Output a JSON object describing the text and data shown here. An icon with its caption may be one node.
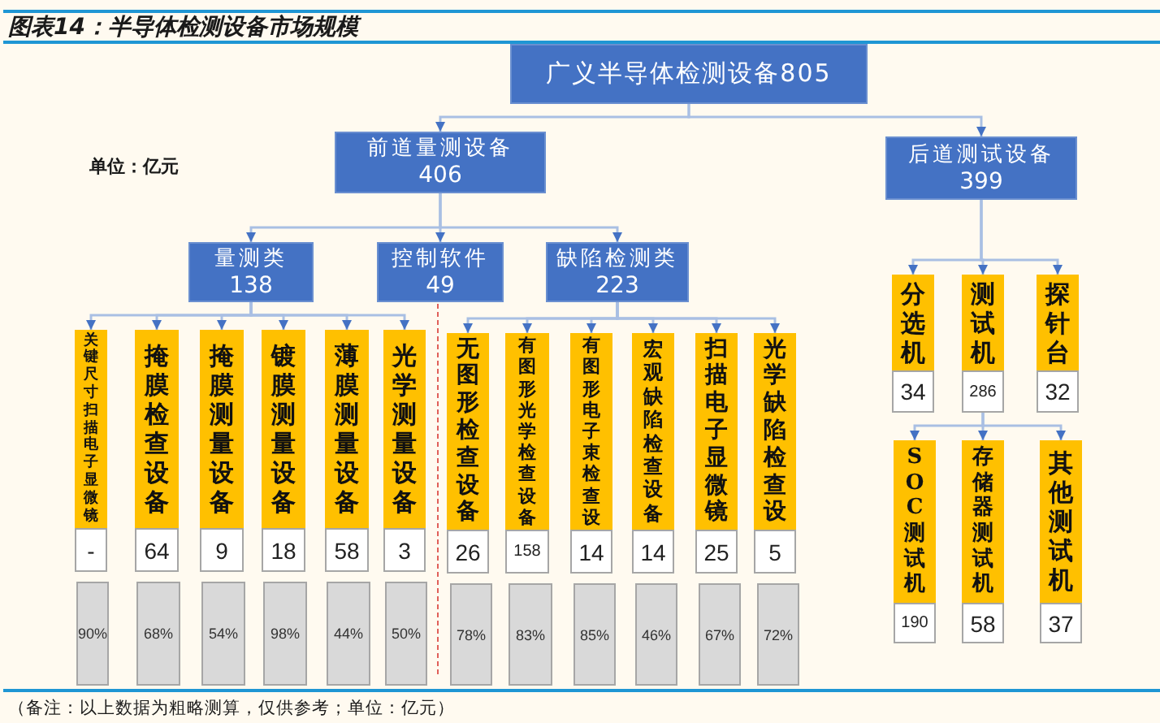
{
  "diagram": {
    "title": "图表14：半导体检测设备市场规模",
    "caption": "（备注：以上数据为粗略测算，仅供参考；单位：亿元）",
    "nodes": [
      {
        "text": [
          "广义半导体检测设备805"
        ]
      },
      {
        "text": [
          "前道量测设备",
          "406"
        ]
      },
      {
        "text": [
          "后道测试设备",
          "399"
        ]
      },
      {
        "text": [
          "量测类",
          "138"
        ]
      },
      {
        "text": [
          "控制软件",
          "49"
        ]
      },
      {
        "text": [
          "缺陷检测类",
          "223"
        ]
      },
      {
        "text": [
          "关键尺寸扫描电子显微镜"
        ]
      },
      {
        "text": [
          "-"
        ]
      },
      {
        "text": [
          "90%"
        ]
      },
      {
        "text": [
          "掩膜检查设备"
        ]
      },
      {
        "text": [
          "64"
        ]
      },
      {
        "text": [
          "68%"
        ]
      },
      {
        "text": [
          "掩膜测量设备"
        ]
      },
      {
        "text": [
          "9"
        ]
      },
      {
        "text": [
          "54%"
        ]
      },
      {
        "text": [
          "镀膜测量设备"
        ]
      },
      {
        "text": [
          "18"
        ]
      },
      {
        "text": [
          "98%"
        ]
      },
      {
        "text": [
          "薄膜测量设备"
        ]
      },
      {
        "text": [
          "58"
        ]
      },
      {
        "text": [
          "44%"
        ]
      },
      {
        "text": [
          "光学测量设备"
        ]
      },
      {
        "text": [
          "3"
        ]
      },
      {
        "text": [
          "50%"
        ]
      },
      {
        "text": [
          "无图形检查设备"
        ]
      },
      {
        "text": [
          "26"
        ]
      },
      {
        "text": [
          "78%"
        ]
      },
      {
        "text": [
          "有图形光学检查设备"
        ]
      },
      {
        "text": [
          "158"
        ]
      },
      {
        "text": [
          "83%"
        ]
      },
      {
        "text": [
          "有图形电子束检查设"
        ]
      },
      {
        "text": [
          "14"
        ]
      },
      {
        "text": [
          "85%"
        ]
      },
      {
        "text": [
          "宏观缺陷检查设备"
        ]
      },
      {
        "text": [
          "14"
        ]
      },
      {
        "text": [
          "46%"
        ]
      },
      {
        "text": [
          "扫描电子显微镜"
        ]
      },
      {
        "text": [
          "25"
        ]
      },
      {
        "text": [
          "67%"
        ]
      },
      {
        "text": [
          "光学缺陷检查设"
        ]
      },
      {
        "text": [
          "5"
        ]
      },
      {
        "text": [
          "72%"
        ]
      },
      {
        "text": [
          "分选机"
        ]
      },
      {
        "text": [
          "34"
        ]
      },
      {
        "text": [
          "测试机"
        ]
      },
      {
        "text": [
          "286"
        ]
      },
      {
        "text": [
          "探针台"
        ]
      },
      {
        "text": [
          "32"
        ]
      },
      {
        "text": [
          "SOC测试机"
        ]
      },
      {
        "text": [
          "190"
        ]
      },
      {
        "text": [
          "存储器测试机"
        ]
      },
      {
        "text": [
          "58"
        ]
      },
      {
        "text": [
          "其他测试机"
        ]
      },
      {
        "text": [
          "37"
        ]
      }
    ],
    "edges": [
      {
        "from": 0,
        "to": 1,
        "arrow": "to"
      },
      {
        "from": 0,
        "to": 2,
        "arrow": "to"
      },
      {
        "from": 1,
        "to": 3,
        "arrow": "to"
      },
      {
        "from": 1,
        "to": 4,
        "arrow": "to"
      },
      {
        "from": 1,
        "to": 5,
        "arrow": "to"
      },
      {
        "from": 3,
        "to": 6,
        "arrow": "to"
      },
      {
        "from": 3,
        "to": 9,
        "arrow": "to"
      },
      {
        "from": 3,
        "to": 12,
        "arrow": "to"
      },
      {
        "from": 3,
        "to": 15,
        "arrow": "to"
      },
      {
        "from": 3,
        "to": 18,
        "arrow": "to"
      },
      {
        "from": 3,
        "to": 21,
        "arrow": "to"
      },
      {
        "from": 5,
        "to": 24,
        "arrow": "to"
      },
      {
        "from": 5,
        "to": 27,
        "arrow": "to"
      },
      {
        "from": 5,
        "to": 30,
        "arrow": "to"
      },
      {
        "from": 5,
        "to": 33,
        "arrow": "to"
      },
      {
        "from": 5,
        "to": 36,
        "arrow": "to"
      },
      {
        "from": 5,
        "to": 39,
        "arrow": "to"
      },
      {
        "from": 2,
        "to": 42,
        "arrow": "to"
      },
      {
        "from": 2,
        "to": 44,
        "arrow": "to"
      },
      {
        "from": 2,
        "to": 46,
        "arrow": "to"
      },
      {
        "from": 45,
        "to": 48,
        "arrow": "to"
      },
      {
        "from": 45,
        "to": 50,
        "arrow": "to"
      },
      {
        "from": 45,
        "to": 52,
        "arrow": "to"
      }
    ],
    "labels": [
      "单位：亿元"
    ]
  }
}
